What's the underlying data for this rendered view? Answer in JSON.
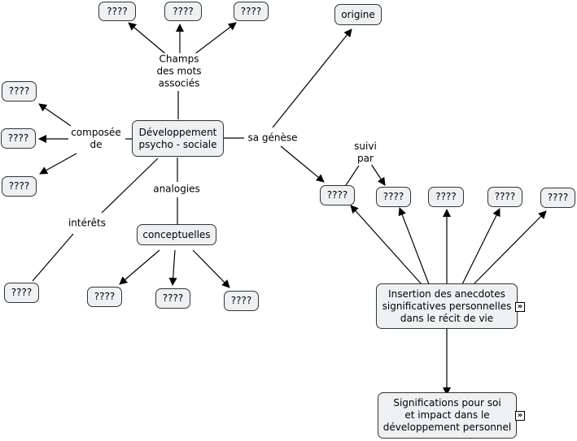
{
  "nodes": {
    "center": "Développement\npsycho - sociale",
    "origine": "origine",
    "conceptuelles": "conceptuelles",
    "insertion": "Insertion des anecdotes\nsignificatives personnelles\ndans le récit de vie",
    "significations": "Significations pour soi\net impact dans le\ndéveloppement personnel",
    "unknown": "????"
  },
  "links": {
    "champs": "Champs\ndes mots\nassociés",
    "composee": "composée\nde",
    "genese": "sa génèse",
    "suivi": "suivi\npar",
    "analogies": "analogies",
    "interets": "intérêts"
  },
  "icons": {
    "expand": "double-chevron-right-icon",
    "expand_glyph": "»"
  }
}
